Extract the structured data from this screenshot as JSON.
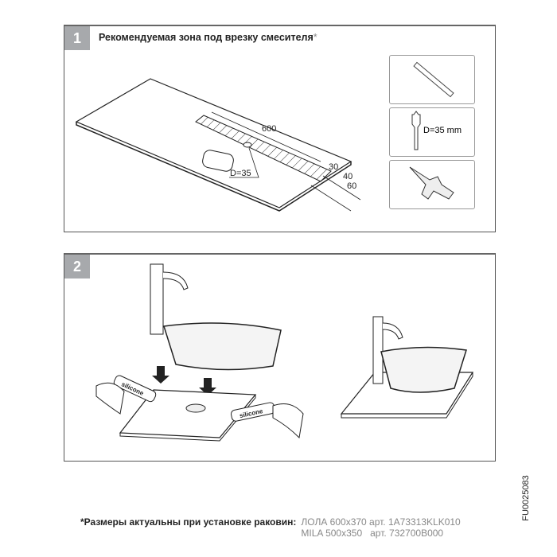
{
  "step1": {
    "number": "1",
    "title": "Рекомендуемая зона под врезку смесителя",
    "asterisk": "*",
    "dimensions": {
      "length": "600",
      "hole": "D=35",
      "d1": "30",
      "d2": "40",
      "d3": "60"
    },
    "tools": [
      {
        "icon": "ruler-icon"
      },
      {
        "icon": "spade-drill-bit-icon",
        "label": "D=35 mm"
      },
      {
        "icon": "drill-icon"
      }
    ]
  },
  "step2": {
    "number": "2",
    "silicone_label": "silicone"
  },
  "footnote": {
    "label": "*Размеры актуальны при установке раковин:",
    "line1": "ЛОЛА 600x370 арт. 1A73313KLK010",
    "line2": "MILA 500x350   арт. 732700B000"
  },
  "doc_code": "FU0025083"
}
